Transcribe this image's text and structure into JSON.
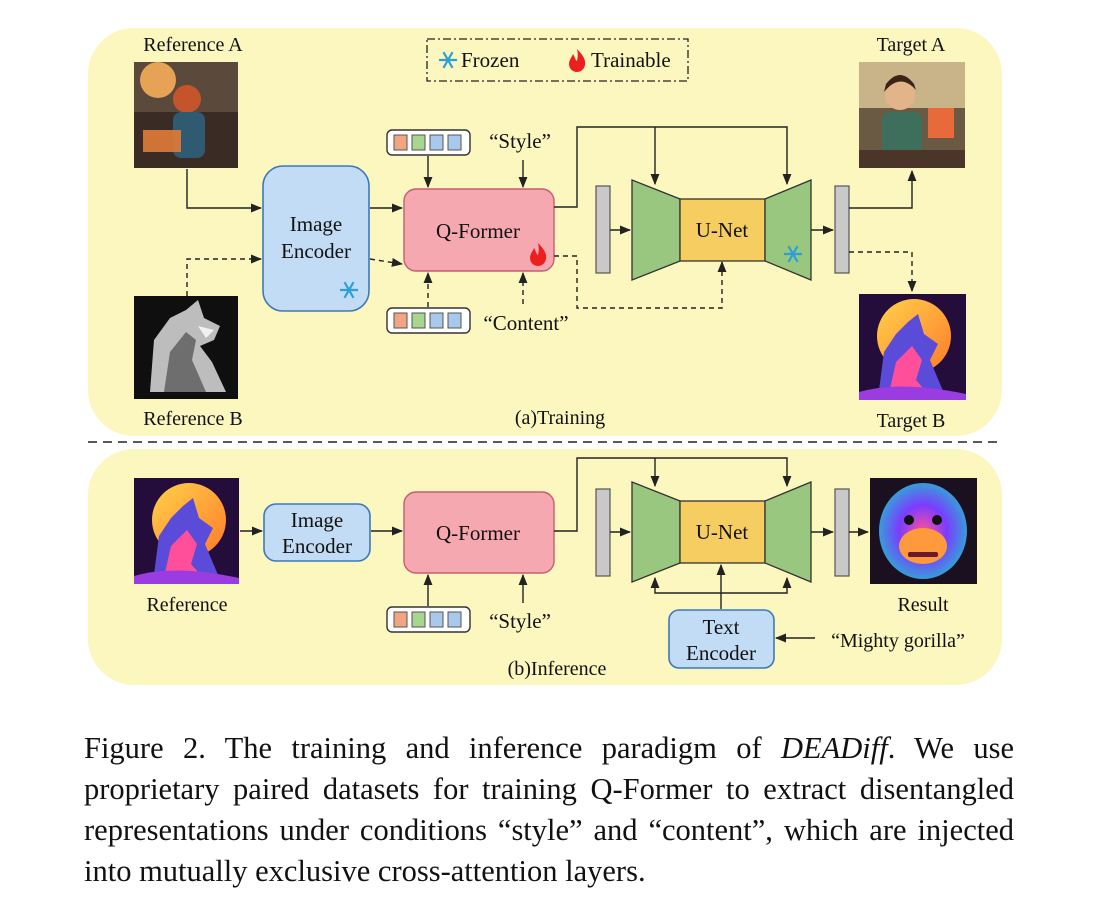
{
  "legend": {
    "frozen": "Frozen",
    "trainable": "Trainable"
  },
  "training": {
    "title": "(a)Training",
    "reference_a": "Reference A",
    "reference_b": "Reference B",
    "target_a": "Target A",
    "target_b": "Target B",
    "image_encoder": [
      "Image",
      "Encoder"
    ],
    "qformer": "Q-Former",
    "unet": "U-Net",
    "style_label": "“Style”",
    "content_label": "“Content”"
  },
  "inference": {
    "title": "(b)Inference",
    "reference": "Reference",
    "result": "Result",
    "image_encoder": [
      "Image",
      "Encoder"
    ],
    "qformer": "Q-Former",
    "unet": "U-Net",
    "style_label": "“Style”",
    "text_encoder": [
      "Text",
      "Encoder"
    ],
    "prompt": "“Mighty gorilla”"
  },
  "caption": {
    "prefix": "Figure 2. The training and inference paradigm of ",
    "method": "DEADiff",
    "suffix": ". We use proprietary paired datasets for training Q-Former to extract disentangled representations under conditions “style” and “content”, which are injected into mutually exclusive cross-attention layers."
  },
  "colors": {
    "panel": "#fcf6bf",
    "encoder": "#c2dcf5",
    "encoder_border": "#3d78bb",
    "qformer": "#f6a8b0",
    "unet_side": "#99c77f",
    "unet_mid": "#f6cd60",
    "query_token_colors": [
      "#f2a582",
      "#a8d58f",
      "#a9c9ec",
      "#a9c9ec"
    ]
  }
}
